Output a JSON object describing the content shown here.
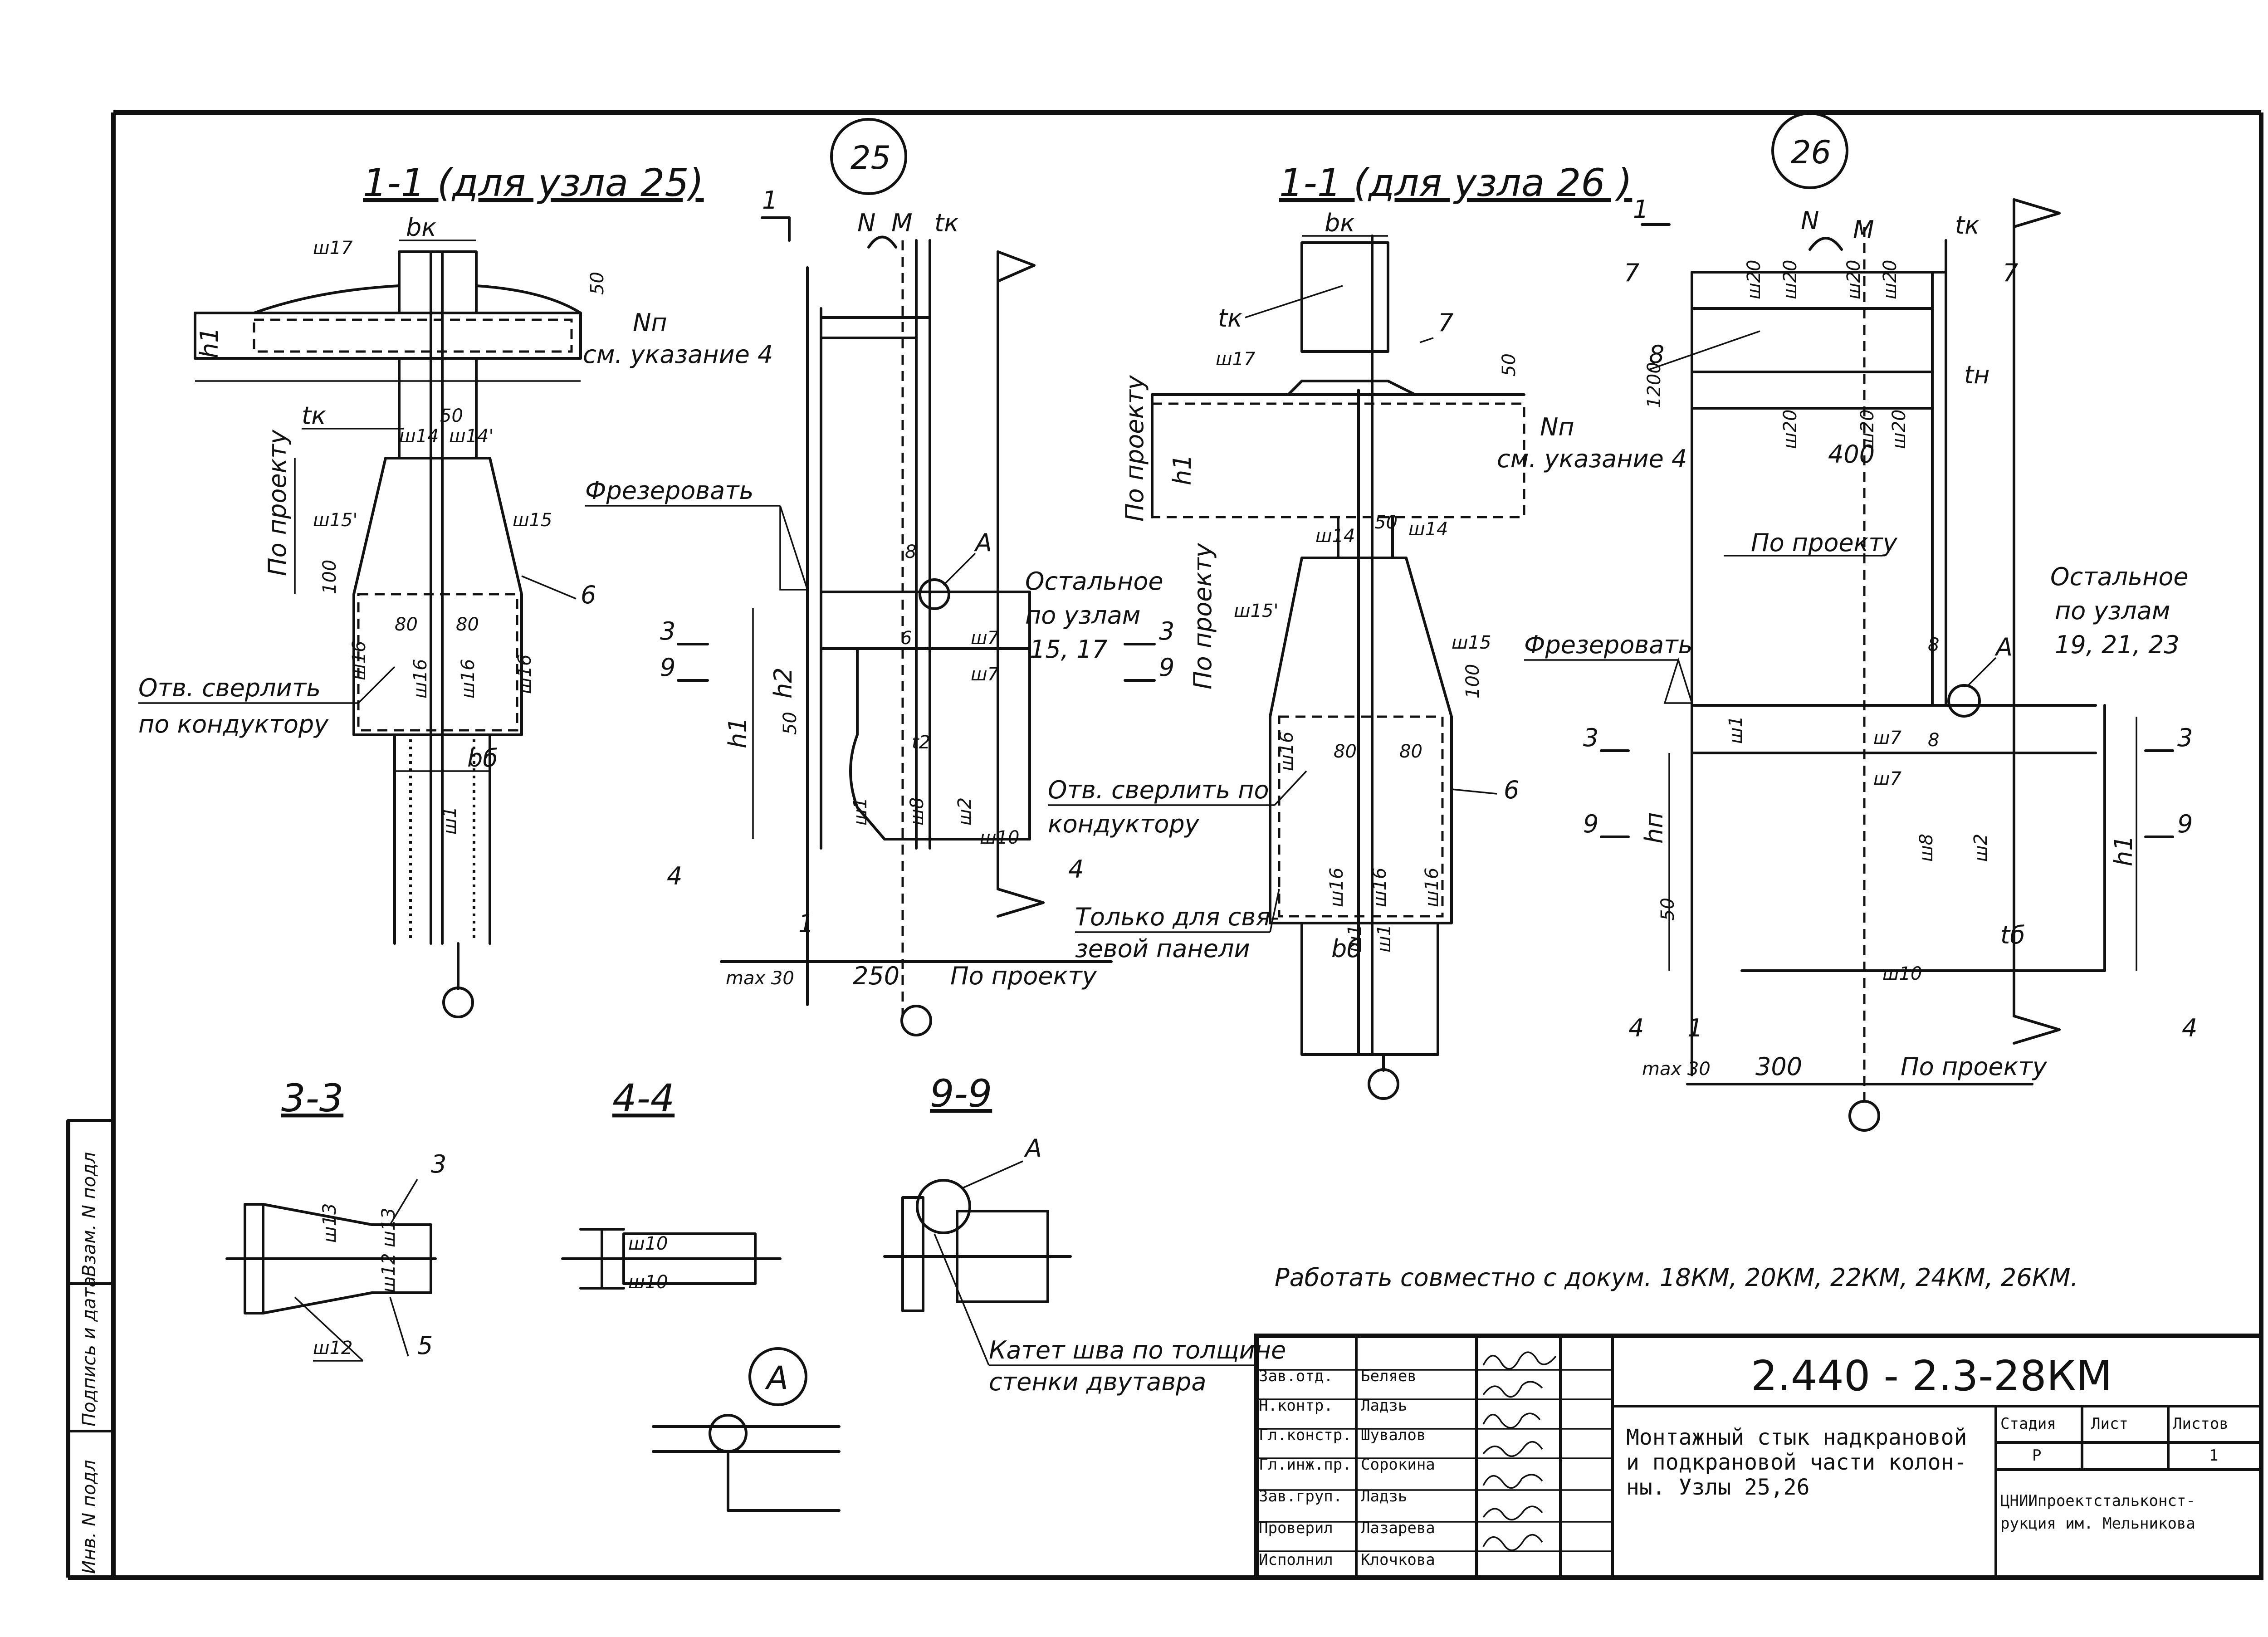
{
  "sections": {
    "s11_25": "1-1 (для узла 25)",
    "s11_26": "1-1 (для узла 26 )",
    "s33": "3-3",
    "s44": "4-4",
    "s99": "9-9"
  },
  "nodes": {
    "n25": "25",
    "n26": "26",
    "detailA": "A"
  },
  "dims": {
    "bk": "bк",
    "tk": "tк",
    "bb": "bб",
    "h1": "h1",
    "h2": "h2",
    "hn": "hп",
    "tb": "tб",
    "tn": "tн",
    "t2": "t2",
    "d50": "50",
    "d100": "100",
    "d80": "80",
    "d30": "30",
    "d250": "250",
    "d300": "300",
    "d400": "400",
    "d1200": "1200",
    "max30": "max 30"
  },
  "welds": {
    "w17": "ш17",
    "w14": "ш14",
    "w14p": "ш14'",
    "w15": "ш15",
    "w15p": "ш15'",
    "w16": "ш16",
    "w1": "ш1",
    "w7": "ш7",
    "w8": "ш8",
    "w2": "ш2",
    "w10": "ш10",
    "w20": "ш20",
    "w12": "ш12",
    "w13": "ш13"
  },
  "notes": {
    "nn": "Nп",
    "see4": "см. указание 4",
    "mill": "Фрезеровать",
    "drill25": "Отв. сверлить по кондуктору",
    "drill26a": "Отв. сверлить по",
    "drill26b": "кондуктору",
    "project": "По проекту",
    "rest25a": "Остальное",
    "rest25b": "по узлам",
    "rest25c": "15, 17",
    "rest26a": "Остальное",
    "rest26b": "по узлам",
    "rest26c": "19, 21, 23",
    "brace1": "Только для свя-",
    "brace2": "зевой панели",
    "katet1": "Катет шва по толщине",
    "katet2": "стенки двутавра",
    "cowork": "Работать совместно с докум. 18КМ, 20КМ, 22КМ, 24КМ, 26КМ."
  },
  "marks": {
    "m1": "1",
    "m3": "3",
    "m4": "4",
    "m5": "5",
    "m6": "6",
    "m7": "7",
    "m8": "8",
    "m9": "9",
    "N": "N",
    "M": "M"
  },
  "stamp": {
    "code": "2.440 - 2.3-28КМ",
    "title1": "Монтажный стык надкрановой",
    "title2": "и подкрановой части колон-",
    "title3": "ны. Узлы 25,26",
    "stage_label": "Стадия",
    "sheet_label": "Лист",
    "sheets_label": "Листов",
    "stage": "Р",
    "sheets": "1",
    "org1": "ЦНИИпроектстальконст-",
    "org2": "рукция им. Мельникова",
    "roles": [
      {
        "role": "Зав.отд.",
        "name": "Беляев"
      },
      {
        "role": "Н.контр.",
        "name": "Ладзь"
      },
      {
        "role": "Гл.констр.",
        "name": "Шувалов"
      },
      {
        "role": "Гл.инж.пр.",
        "name": "Сорокина"
      },
      {
        "role": "Зав.груп.",
        "name": "Ладзь"
      },
      {
        "role": "Проверил",
        "name": "Лазарева"
      },
      {
        "role": "Исполнил",
        "name": "Клочкова"
      }
    ]
  },
  "sidebar": {
    "inv_orig": "Инв. N подл",
    "sign_date": "Подпись и дата",
    "inv_repl": "Взам. N подл"
  }
}
